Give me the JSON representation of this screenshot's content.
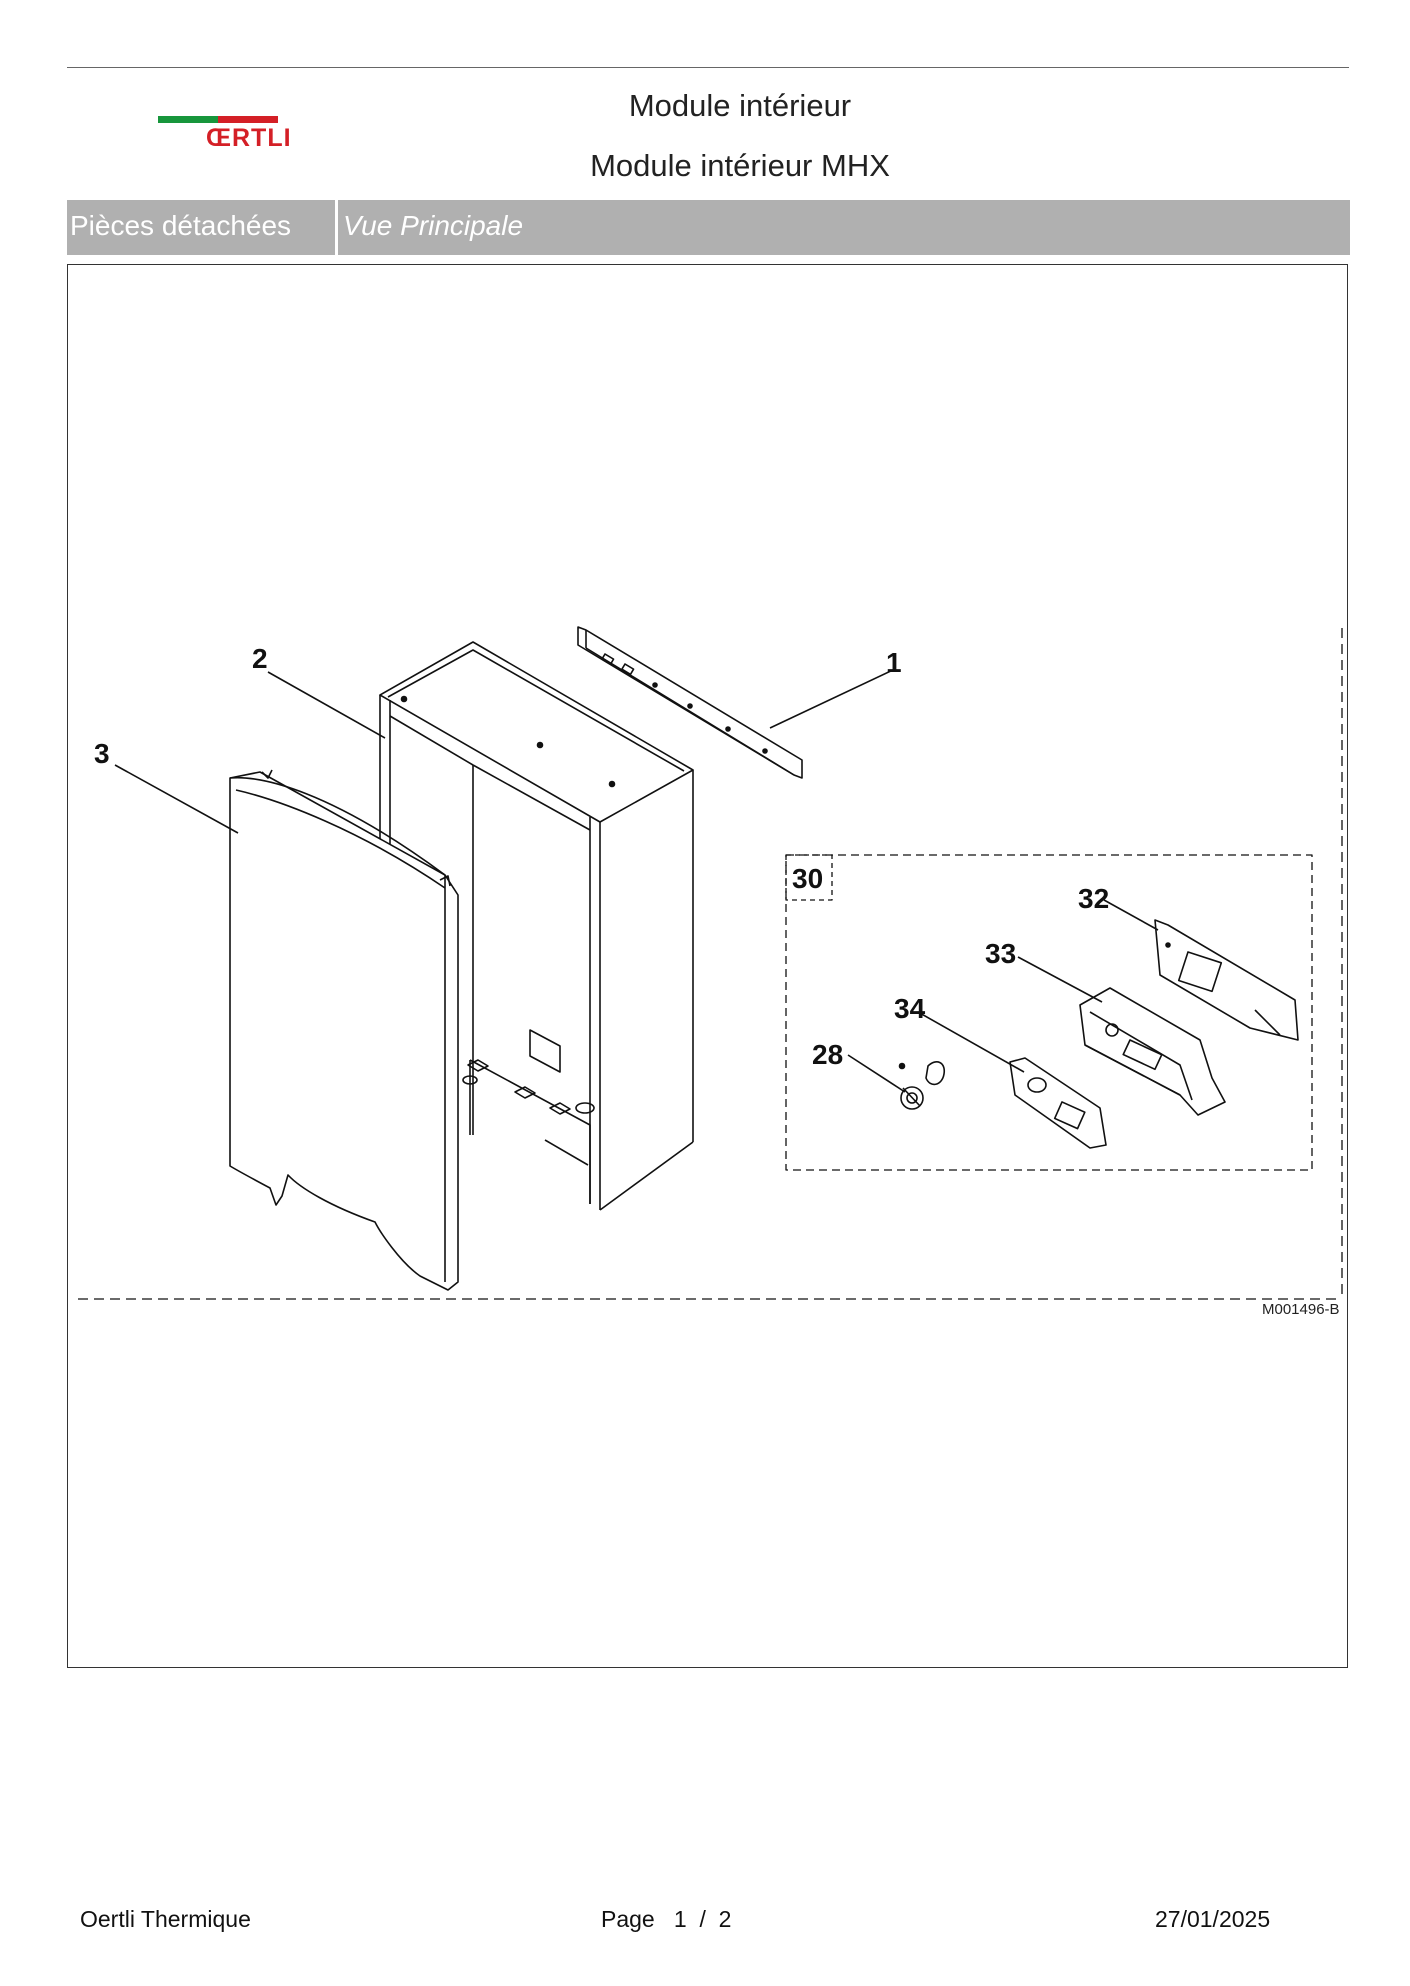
{
  "header": {
    "brand": "ŒRTLI",
    "title": "Module intérieur",
    "subtitle": "Module intérieur MHX"
  },
  "section_bar": {
    "label": "Pièces détachées",
    "view": "Vue Principale"
  },
  "diagram": {
    "reference": "M001496-B",
    "callouts": [
      "1",
      "2",
      "3",
      "30",
      "32",
      "33",
      "34",
      "28"
    ]
  },
  "footer": {
    "company": "Oertli Thermique",
    "page_label": "Page",
    "page_current": "1",
    "page_sep": "/",
    "page_total": "2",
    "date": "27/01/2025"
  },
  "colors": {
    "brand_green": "#17963c",
    "brand_red": "#d41f26",
    "bar_grey": "#b0b0b0"
  }
}
